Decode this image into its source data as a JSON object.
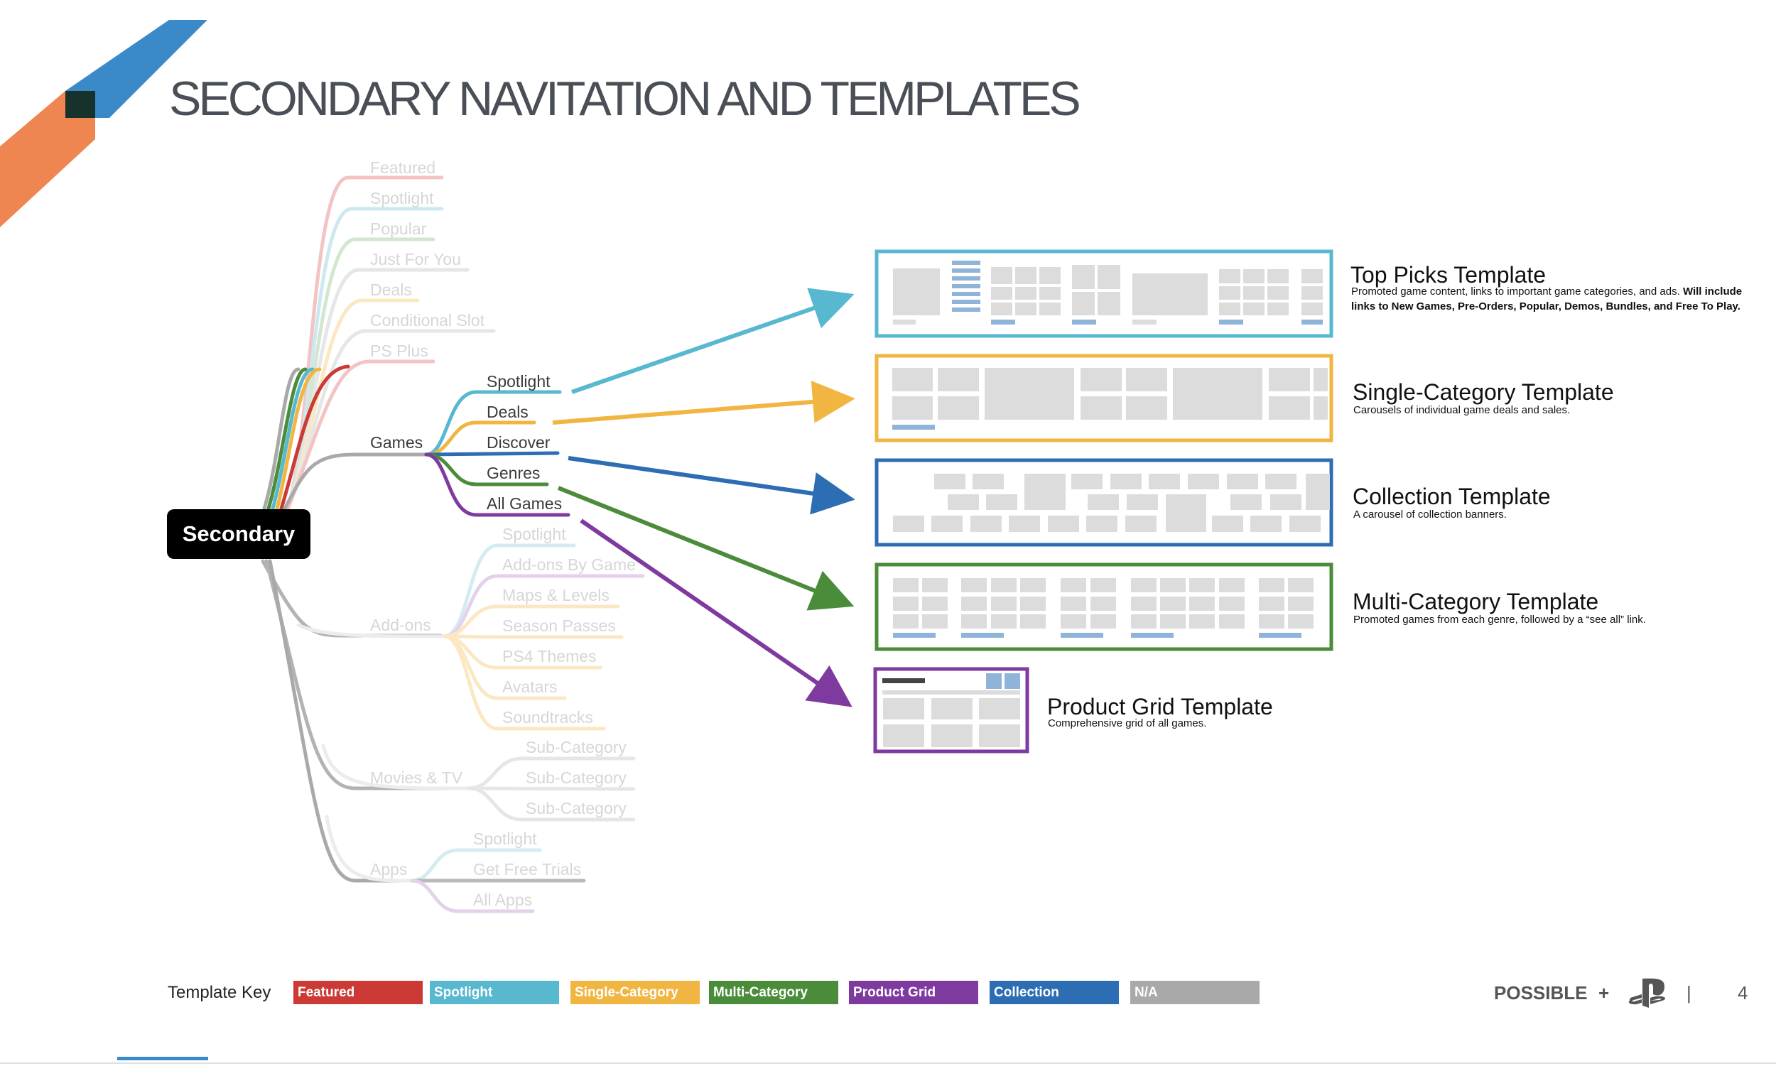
{
  "slide": {
    "title": "SECONDARY NAVITATION  AND TEMPLATES",
    "page_number": "4",
    "brand": "POSSIBLE",
    "plus": "+",
    "separator": "|"
  },
  "tree": {
    "root": "Secondary",
    "featured_branch": [
      "Featured",
      "Spotlight",
      "Popular",
      "Just For You",
      "Deals",
      "Conditional Slot",
      "PS Plus"
    ],
    "games": {
      "label": "Games",
      "children": [
        "Spotlight",
        "Deals",
        "Discover",
        "Genres",
        "All Games"
      ]
    },
    "addons": {
      "label": "Add-ons",
      "children": [
        "Spotlight",
        "Add-ons By Game",
        "Maps & Levels",
        "Season Passes",
        "PS4 Themes",
        "Avatars",
        "Soundtracks"
      ]
    },
    "movies": {
      "label": "Movies & TV",
      "children": [
        "Sub-Category",
        "Sub-Category",
        "Sub-Category"
      ]
    },
    "apps": {
      "label": "Apps",
      "children": [
        "Spotlight",
        "Get Free Trials",
        "All Apps"
      ]
    }
  },
  "templates": [
    {
      "title": "Top Picks Template",
      "desc": "Promoted game content, links to important game categories, and ads.",
      "desc_bold": "Will include  links to New Games, Pre-Orders, Popular, Demos, Bundles, and Free To Play.",
      "color": "#57b8cf"
    },
    {
      "title": "Single-Category Template",
      "desc": "Carousels of individual game deals and sales.",
      "desc_bold": "",
      "color": "#f1b542"
    },
    {
      "title": "Collection Template",
      "desc": "A carousel of collection banners.",
      "desc_bold": "",
      "color": "#2d6db3"
    },
    {
      "title": "Multi-Category Template",
      "desc": "Promoted games from each genre, followed by a “see all” link.",
      "desc_bold": "",
      "color": "#4a8c3a"
    },
    {
      "title": "Product Grid Template",
      "desc": "Comprehensive grid of all games.",
      "desc_bold": "",
      "color": "#7f3a9f"
    }
  ],
  "key": {
    "label": "Template Key",
    "items": [
      {
        "label": "Featured",
        "color": "#cc3a36"
      },
      {
        "label": "Spotlight",
        "color": "#57b8cf"
      },
      {
        "label": "Single-Category",
        "color": "#f1b542"
      },
      {
        "label": "Multi-Category",
        "color": "#4a8c3a"
      },
      {
        "label": "Product Grid",
        "color": "#7f3a9f"
      },
      {
        "label": "Collection",
        "color": "#2d6db3"
      },
      {
        "label": "N/A",
        "color": "#a9a9a9"
      }
    ]
  },
  "colors": {
    "accent_blue": "#3a8ac9",
    "accent_orange": "#ef8550",
    "accent_dark": "#16322b",
    "placeholder": "#dcdcdc",
    "placeholder_blue": "#8fb3d9"
  }
}
